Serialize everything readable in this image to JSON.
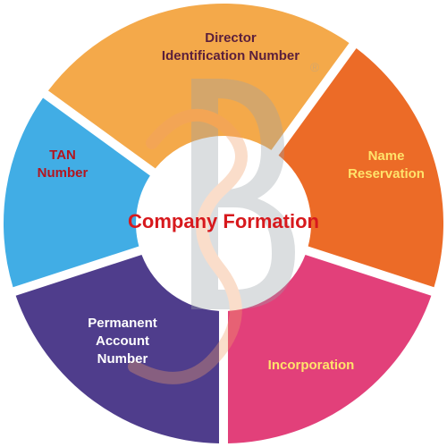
{
  "center": {
    "title": "Company Formation",
    "title_color": "#d7191d"
  },
  "segments": [
    {
      "name": "director-identification-number",
      "lines": [
        "Director",
        "Identification Number"
      ],
      "fill": "#f4a94a",
      "text_color": "#5a1f3c"
    },
    {
      "name": "name-reservation",
      "lines": [
        "Name",
        "Reservation"
      ],
      "fill": "#ec6b27",
      "text_color": "#ffe36b"
    },
    {
      "name": "incorporation",
      "lines": [
        "Incorporation"
      ],
      "fill": "#e2407a",
      "text_color": "#ffe36b"
    },
    {
      "name": "permanent-account-number",
      "lines": [
        "Permanent",
        "Account",
        "Number"
      ],
      "fill": "#4f3d8c",
      "text_color": "#ffffff"
    },
    {
      "name": "tan-number",
      "lines": [
        "TAN",
        "Number"
      ],
      "fill": "#41ade5",
      "text_color": "#b3151f"
    }
  ],
  "watermark": {
    "letter": "B",
    "registered_mark": "®",
    "color": "#9aa3a8",
    "accent": "#f2a06a"
  }
}
